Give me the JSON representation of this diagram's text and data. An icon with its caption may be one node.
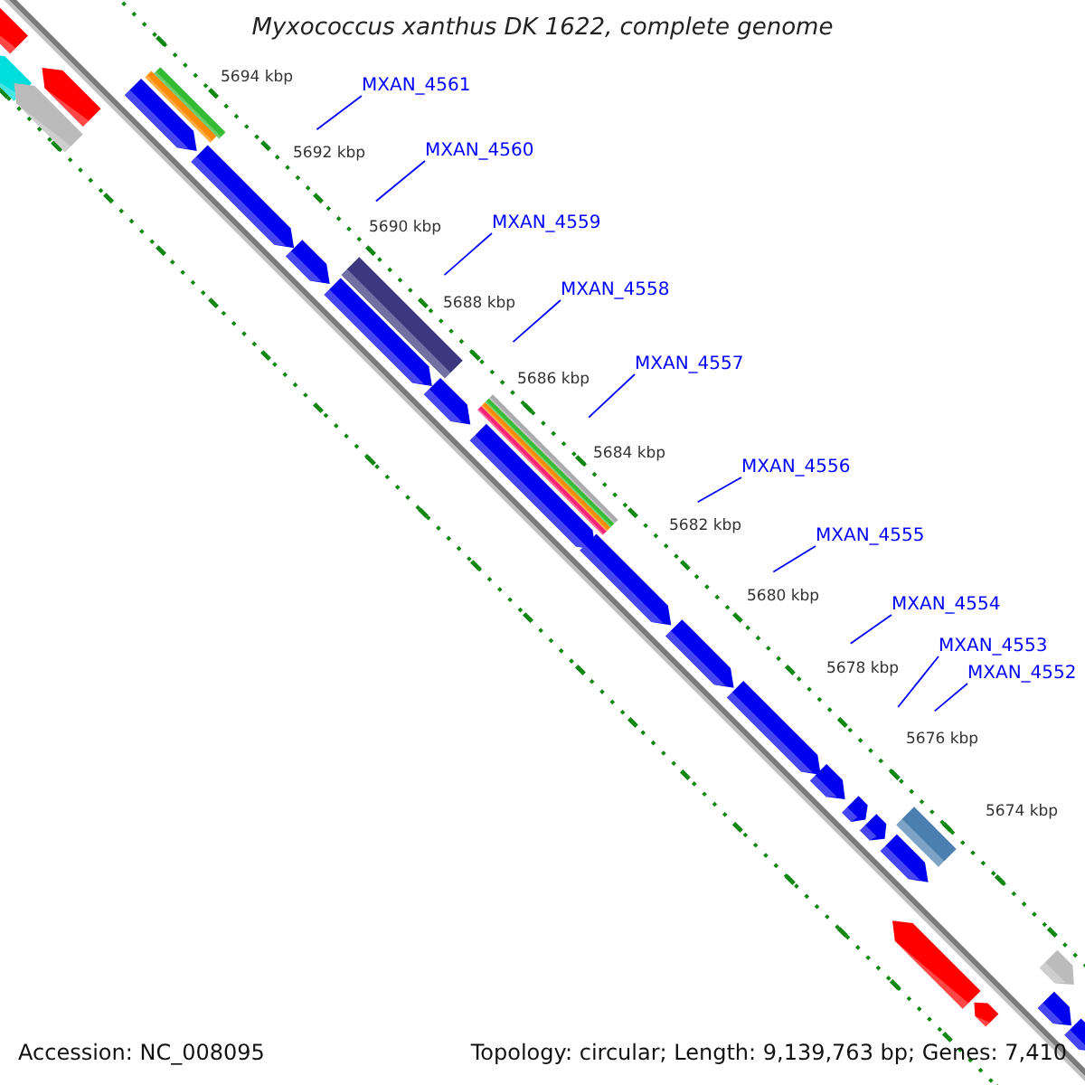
{
  "diagram": {
    "title": "Myxococcus xanthus DK 1622, complete genome",
    "nodes": [
      {
        "text": [
          "MXAN_4561"
        ]
      },
      {
        "text": [
          "MXAN_4560"
        ]
      },
      {
        "text": [
          "MXAN_4559"
        ]
      },
      {
        "text": [
          "MXAN_4558"
        ]
      },
      {
        "text": [
          "MXAN_4557"
        ]
      },
      {
        "text": [
          "MXAN_4556"
        ]
      },
      {
        "text": [
          "MXAN_4555"
        ]
      },
      {
        "text": [
          "MXAN_4554"
        ]
      },
      {
        "text": [
          "MXAN_4553"
        ]
      },
      {
        "text": [
          "MXAN_4552"
        ]
      }
    ],
    "edges": [
      {
        "from": 0,
        "to": null,
        "arrow": "none"
      },
      {
        "from": 1,
        "to": null,
        "arrow": "none"
      },
      {
        "from": 2,
        "to": null,
        "arrow": "none"
      },
      {
        "from": 3,
        "to": null,
        "arrow": "none"
      },
      {
        "from": 4,
        "to": null,
        "arrow": "none"
      },
      {
        "from": 5,
        "to": null,
        "arrow": "none"
      },
      {
        "from": 6,
        "to": null,
        "arrow": "none"
      },
      {
        "from": 7,
        "to": null,
        "arrow": "none"
      },
      {
        "from": 8,
        "to": null,
        "arrow": "none"
      },
      {
        "from": 9,
        "to": null,
        "arrow": "none"
      }
    ],
    "labels": [
      "5694 kbp",
      "5692 kbp",
      "5690 kbp",
      "5688 kbp",
      "5686 kbp",
      "5684 kbp",
      "5682 kbp",
      "5680 kbp",
      "5678 kbp",
      "5676 kbp",
      "5674 kbp",
      "Accession: NC_008095",
      "Topology: circular; Length: 9,139,763 bp; Genes: 7,410"
    ]
  }
}
